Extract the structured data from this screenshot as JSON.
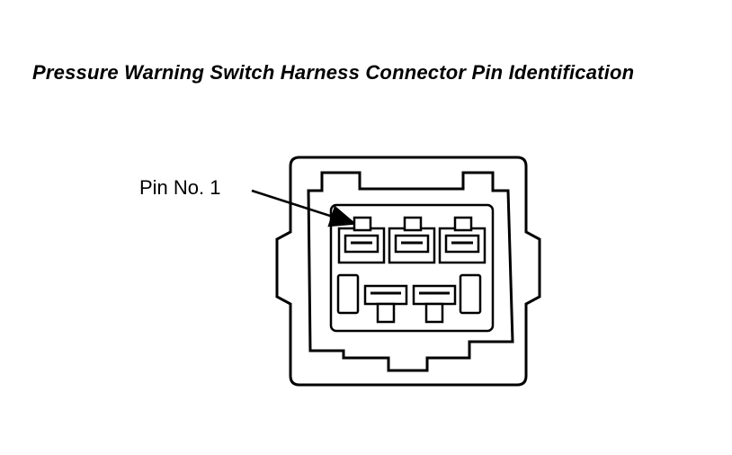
{
  "title": "Pressure Warning Switch Harness Connector Pin Identification",
  "callout": {
    "label": "Pin No. 1"
  },
  "connector": {
    "top_row_pins": 3,
    "bottom_row_pins": 2
  }
}
